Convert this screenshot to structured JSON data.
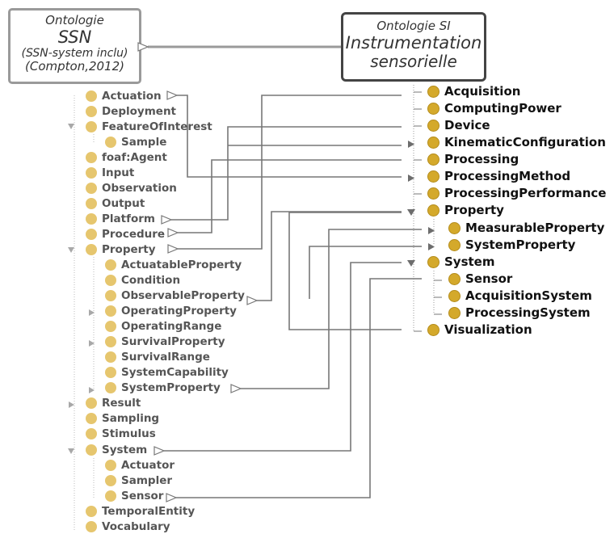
{
  "boxes": {
    "ssn": {
      "line1": "Ontologie",
      "line2": "SSN",
      "line3": "(SSN-system inclu)",
      "line4": "(Compton,2012)"
    },
    "si": {
      "line1": "Ontologie SI",
      "line2": "Instrumentation",
      "line3": "sensorielle"
    }
  },
  "ssn_tree": [
    "Actuation",
    "Deployment",
    "FeatureOfInterest",
    "Sample",
    "foaf:Agent",
    "Input",
    "Observation",
    "Output",
    "Platform",
    "Procedure",
    "Property",
    "ActuatableProperty",
    "Condition",
    "ObservableProperty",
    "OperatingProperty",
    "OperatingRange",
    "SurvivalProperty",
    "SurvivalRange",
    "SystemCapability",
    "SystemProperty",
    "Result",
    "Sampling",
    "Stimulus",
    "System",
    "Actuator",
    "Sampler",
    "Sensor",
    "TemporalEntity",
    "Vocabulary"
  ],
  "si_tree": [
    "Acquisition",
    "ComputingPower",
    "Device",
    "KinematicConfiguration",
    "Processing",
    "ProcessingMethod",
    "ProcessingPerformance",
    "Property",
    "MeasurableProperty",
    "SystemProperty",
    "System",
    "Sensor",
    "AcquisitionSystem",
    "ProcessingSystem",
    "Visualization"
  ],
  "colors": {
    "ssn_node": "#e6c66e",
    "si_node": "#d4a92b",
    "wire": "#777777"
  }
}
